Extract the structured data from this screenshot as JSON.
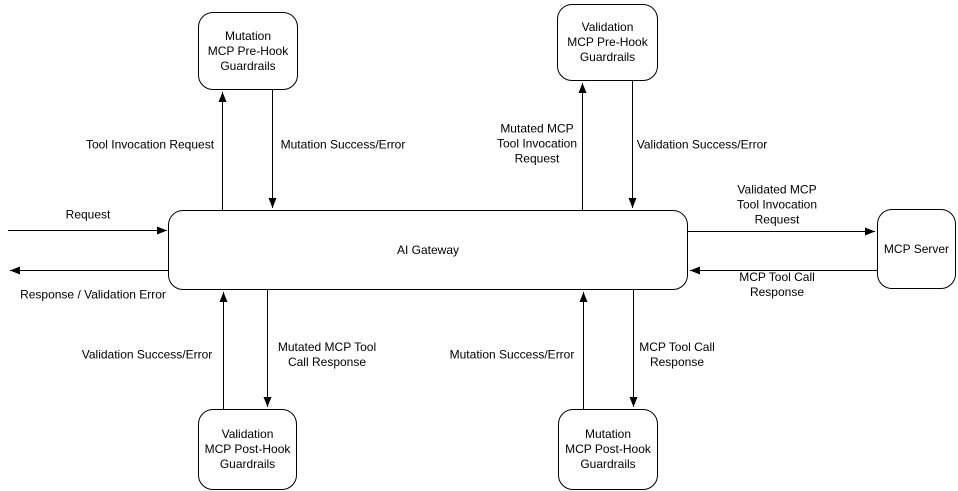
{
  "diagram": {
    "background_color": "#ffffff",
    "stroke_color": "#000000",
    "text_color": "#000000",
    "nodes": {
      "mutation_pre_hook": {
        "label": "Mutation\nMCP Pre-Hook\nGuardrails"
      },
      "validation_pre_hook": {
        "label": "Validation\nMCP Pre-Hook\nGuardrails"
      },
      "ai_gateway": {
        "label": "AI Gateway"
      },
      "mcp_server": {
        "label": "MCP Server"
      },
      "validation_post_hook": {
        "label": "Validation\nMCP Post-Hook\nGuardrails"
      },
      "mutation_post_hook": {
        "label": "Mutation\nMCP Post-Hook\nGuardrails"
      }
    },
    "edges": {
      "request": {
        "label": "Request",
        "direction": "into gateway from left"
      },
      "response": {
        "label": "Response / Validation Error",
        "direction": "out of gateway to left"
      },
      "tool_invocation_request": {
        "label": "Tool Invocation Request",
        "direction": "gateway up to mutation pre-hook"
      },
      "mutation_success_pre": {
        "label": "Mutation Success/Error",
        "direction": "mutation pre-hook down to gateway"
      },
      "mutated_tool_invocation_request": {
        "label": "Mutated MCP\nTool Invocation\nRequest",
        "direction": "gateway up to validation pre-hook"
      },
      "validation_success_pre": {
        "label": "Validation Success/Error",
        "direction": "validation pre-hook down to gateway"
      },
      "validated_tool_invocation_request": {
        "label": "Validated MCP\nTool Invocation\nRequest",
        "direction": "gateway right to MCP server"
      },
      "mcp_tool_call_response_from_server": {
        "label": "MCP Tool Call\nResponse",
        "direction": "MCP server left to gateway"
      },
      "validation_success_post": {
        "label": "Validation Success/Error",
        "direction": "validation post-hook up to gateway"
      },
      "mutated_tool_call_response": {
        "label": "Mutated MCP Tool\nCall Response",
        "direction": "gateway down to validation post-hook"
      },
      "mutation_success_post": {
        "label": "Mutation Success/Error",
        "direction": "mutation post-hook up to gateway"
      },
      "mcp_tool_call_response_to_post_hook": {
        "label": "MCP Tool Call\nResponse",
        "direction": "gateway down to mutation post-hook"
      }
    }
  }
}
